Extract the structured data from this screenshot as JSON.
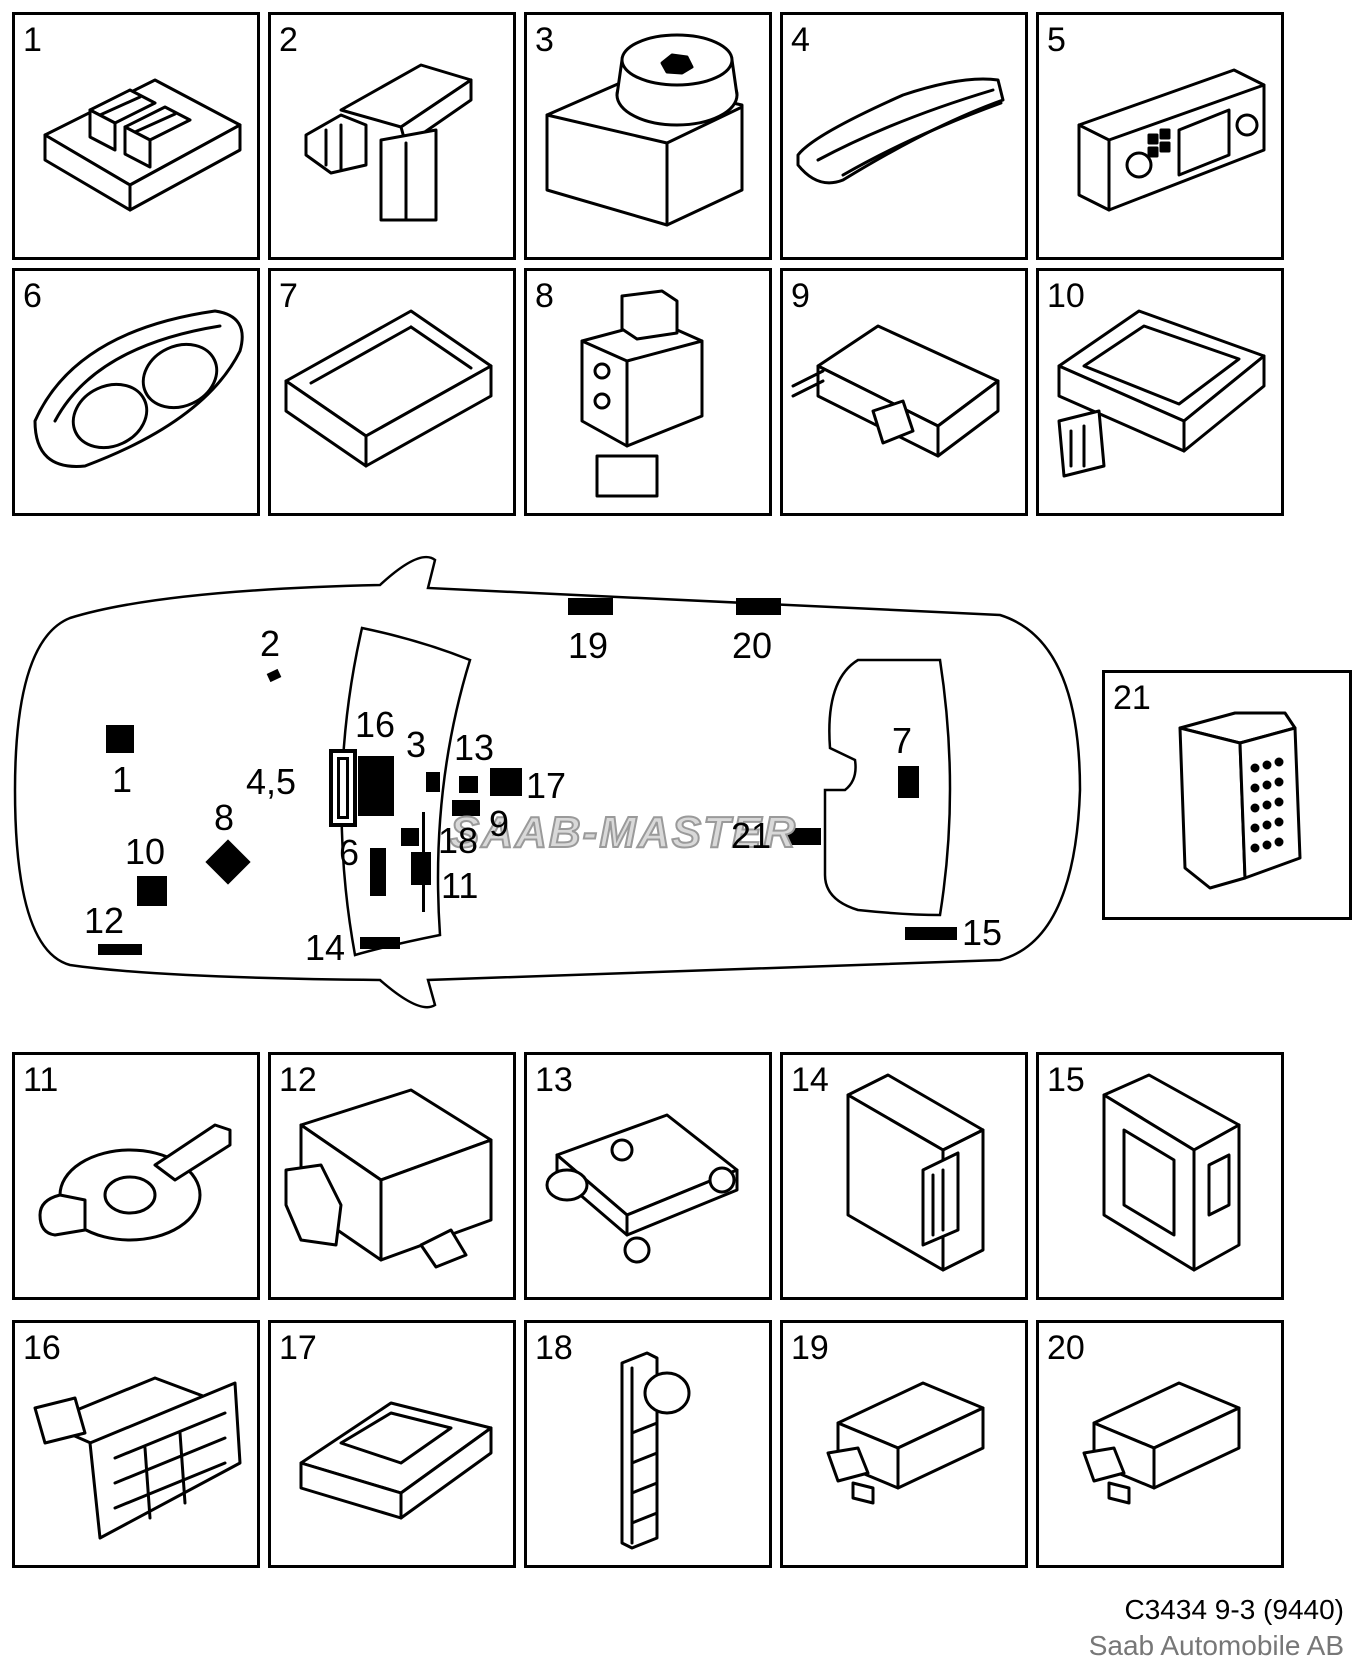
{
  "tiles": [
    "1",
    "2",
    "3",
    "4",
    "5",
    "6",
    "7",
    "8",
    "9",
    "10",
    "11",
    "12",
    "13",
    "14",
    "15",
    "16",
    "17",
    "18",
    "19",
    "20",
    "21"
  ],
  "overview": {
    "labels": {
      "l1": "1",
      "l2": "2",
      "l3": "3",
      "l45": "4,5",
      "l6": "6",
      "l7": "7",
      "l8": "8",
      "l9": "9",
      "l10": "10",
      "l11": "11",
      "l12": "12",
      "l13": "13",
      "l14": "14",
      "l15": "15",
      "l16": "16",
      "l17": "17",
      "l18": "18",
      "l19": "19",
      "l20": "20",
      "l21": "21"
    }
  },
  "watermark": "SAAB-MASTER",
  "footer": {
    "code": "C3434 9-3 (9440)",
    "copyright": "Saab Automobile AB"
  }
}
